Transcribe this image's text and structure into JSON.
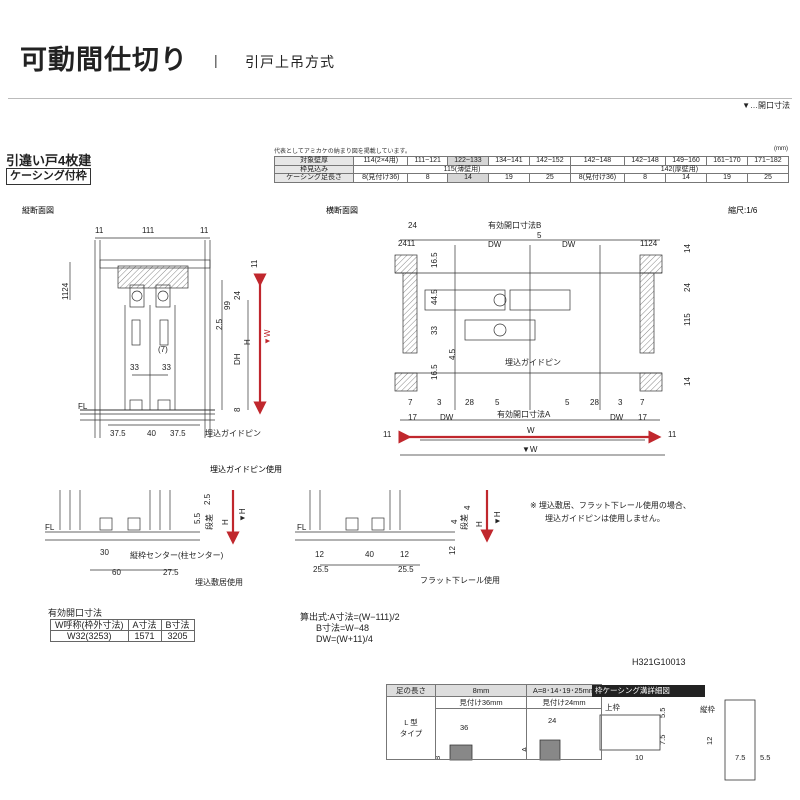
{
  "header": {
    "title": "可動間仕切り",
    "separator": "|",
    "subtitle": "引戸上吊方式"
  },
  "legend": {
    "opening_mark": "▼…開口寸法"
  },
  "product": {
    "name": "引違い戸4枚建",
    "frame": "ケーシング付枠"
  },
  "spec_table": {
    "note": "代表としてアミカケの納まり図を掲載しています。",
    "unit": "(mm)",
    "rows": [
      {
        "label": "対象壁厚",
        "cells": [
          "114(2×4用)",
          "111~121",
          "122~133",
          "134~141",
          "142~152",
          "142~148",
          "142~148",
          "149~160",
          "161~170",
          "171~182"
        ]
      },
      {
        "label": "枠見込み",
        "cells": [
          "115(薄壁用)",
          "142(厚壁用)"
        ]
      },
      {
        "label": "ケーシング足長さ",
        "cells": [
          "8(見付け36)",
          "8",
          "14",
          "19",
          "25",
          "8(見付け36)",
          "8",
          "14",
          "19",
          "25"
        ]
      }
    ]
  },
  "views": {
    "vertical": "縦断面図",
    "horizontal": "横断面図",
    "scale": "縮尺:1/6"
  },
  "vertical_dims": {
    "top_11a": "11",
    "top_111": "111",
    "top_11b": "11",
    "left_1124": "1124",
    "d99": "99",
    "d24": "24",
    "d11": "11",
    "d25": "2.5",
    "d7": "(7)",
    "d33a": "33",
    "d33b": "33",
    "DH": "DH",
    "H": "H",
    "d8": "8",
    "FL": "FL",
    "b375a": "37.5",
    "b40": "40",
    "b375b": "37.5",
    "guide_pin": "埋込ガイドピン"
  },
  "horizontal_dims": {
    "top24": "24",
    "effB": "有効開口寸法B",
    "d2411": "2411",
    "d5": "5",
    "DW1": "DW",
    "DW2": "DW",
    "d1124": "1124",
    "d14a": "14",
    "d165a": "16.5",
    "d445": "44.5",
    "d33": "33",
    "d45": "4.5",
    "d165b": "16.5",
    "d24b": "24",
    "d115": "115",
    "d14b": "14",
    "guide_pin": "埋込ガイドピン",
    "b7a": "7",
    "b3": "3",
    "b28a": "28",
    "b5a": "5",
    "b5b": "5",
    "b28b": "28",
    "b3b": "3",
    "b7b": "7",
    "b17a": "17",
    "bDWa": "DW",
    "effA": "有効開口寸法A",
    "bDWb": "DW",
    "b17b": "17",
    "b11a": "11",
    "W": "W",
    "b11b": "11",
    "Wopen": "▼W"
  },
  "detail1": {
    "heading": "埋込ガイドピン使用",
    "FL": "FL",
    "d55": "5.5",
    "d25": "2.5",
    "step": "段差",
    "H": "H",
    "Hopen": "▼H",
    "d30": "30",
    "center": "縦枠センター(柱センター)",
    "d60": "60",
    "d275": "27.5",
    "caption": "埋込敷居使用"
  },
  "detail2": {
    "FL": "FL",
    "d4a": "4",
    "d4b": "4",
    "step": "段差",
    "H": "H",
    "Hopen": "▼H",
    "d12a": "12",
    "d40": "40",
    "d12b": "12",
    "d12c": "12",
    "d255a": "25.5",
    "d255b": "25.5",
    "caption": "フラット下レール使用"
  },
  "note": {
    "line1": "※ 埋込敷居、フラット下レール使用の場合、",
    "line2": "埋込ガイドピンは使用しません。"
  },
  "aperture_table": {
    "heading": "有効開口寸法",
    "headers": [
      "W呼称(枠外寸法)",
      "A寸法",
      "B寸法"
    ],
    "row": [
      "W32(3253)",
      "1571",
      "3205"
    ]
  },
  "formulas": {
    "a": "算出式:A寸法=(W−111)/2",
    "b": "B寸法=W−48",
    "dw": "DW=(W+11)/4"
  },
  "code": "H321G10013",
  "legs_table": {
    "h_label": "足の長さ",
    "h_8": "8mm",
    "h_a": "A=8･14･19･25mm",
    "v36": "見付け36mm",
    "v24": "見付け24mm",
    "type": "L 型\nタイプ",
    "l36": "36",
    "l8": "8",
    "l24": "24",
    "lA": "A"
  },
  "detail_casing": {
    "heading": "枠ケーシング溝詳細図",
    "upper": "上枠",
    "side": "縦枠",
    "u55": "5.5",
    "u75": "7.5",
    "u10": "10",
    "s12": "12",
    "s75": "7.5",
    "s55": "5.5"
  },
  "colors": {
    "dimension_red": "#c0272d",
    "hatch": "#999999",
    "header_dark": "#222222"
  }
}
